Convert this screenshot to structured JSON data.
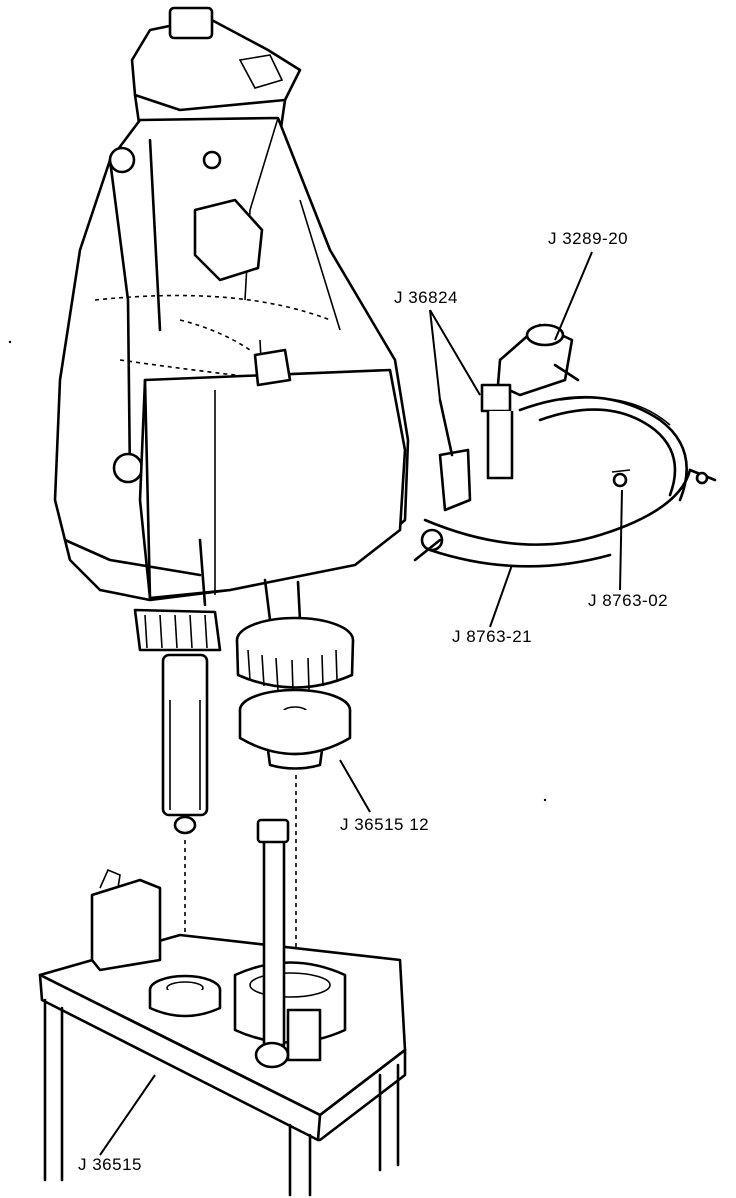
{
  "callouts": [
    {
      "id": "tool-1",
      "text": "J 3289-20"
    },
    {
      "id": "tool-2",
      "text": "J 36824"
    },
    {
      "id": "tool-3",
      "text": "J 8763-02"
    },
    {
      "id": "tool-4",
      "text": "J 8763-21"
    },
    {
      "id": "tool-5",
      "text": "J 36515 12"
    },
    {
      "id": "tool-6",
      "text": "J 36515"
    }
  ]
}
